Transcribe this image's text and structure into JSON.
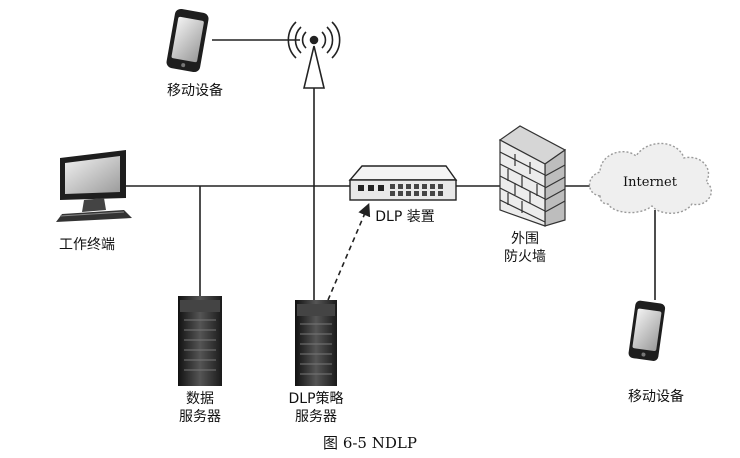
{
  "figure": {
    "caption": "图 6-5   NDLP"
  },
  "nodes": {
    "mobile_top": {
      "label": "移动设备",
      "icon": "smartphone-icon"
    },
    "antenna": {
      "label": "",
      "icon": "antenna-tower-icon"
    },
    "workstation": {
      "label": "工作终端",
      "icon": "desktop-computer-icon"
    },
    "data_server": {
      "label_line1": "数据",
      "label_line2": "服务器",
      "icon": "server-tower-icon"
    },
    "policy_server": {
      "label_line1": "DLP策略",
      "label_line2": "服务器",
      "icon": "server-tower-icon"
    },
    "dlp_device": {
      "label": "DLP 装置",
      "icon": "network-appliance-icon"
    },
    "firewall": {
      "label_line1": "外围",
      "label_line2": "防火墙",
      "icon": "brick-firewall-icon"
    },
    "internet": {
      "label": "Internet",
      "icon": "cloud-icon"
    },
    "mobile_bottom": {
      "label": "移动设备",
      "icon": "smartphone-icon"
    }
  },
  "colors": {
    "line": "#222222",
    "device_dark": "#1e1e1e",
    "screen": "#cfcfcf",
    "brick": "#e6e6e6"
  }
}
